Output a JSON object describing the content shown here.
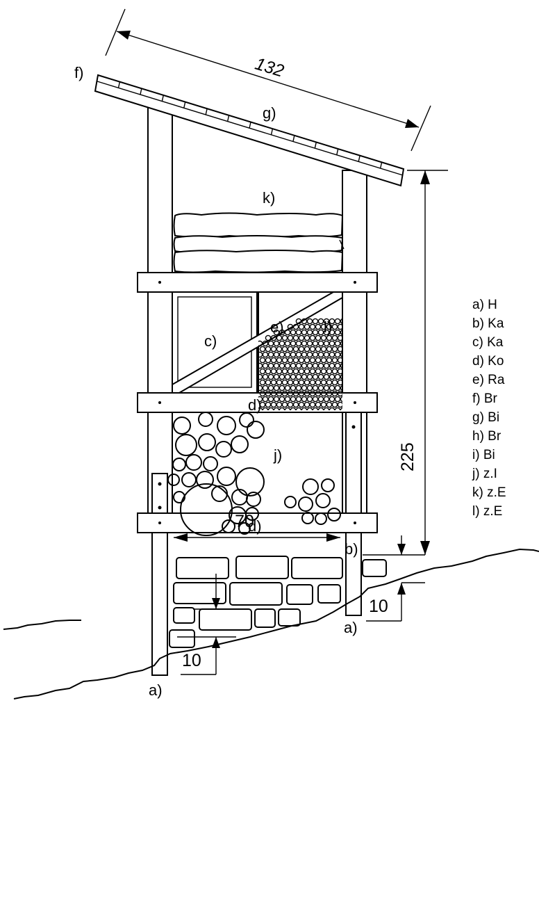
{
  "drawing": {
    "labels": {
      "f": "f)",
      "g": "g)",
      "k": "k)",
      "c": "c)",
      "e": "e)",
      "l": "l)",
      "d1": "d)",
      "d2": "d)",
      "j": "j)",
      "b": "b)",
      "a_right": "a)",
      "a_left": "a)"
    },
    "dimensions": {
      "roof_length": "132",
      "height": "225",
      "inner_width": "70",
      "left_depth": "10",
      "right_depth": "10"
    }
  },
  "legend": {
    "items": [
      "a) H",
      "b) Ka",
      "c) Ka",
      "d) Ko",
      "e) Ra",
      "f)  Br",
      "g) Bi",
      "h) Br",
      "i)  Bi",
      "j)  z.I",
      "k) z.E",
      "l)  z.E"
    ]
  }
}
